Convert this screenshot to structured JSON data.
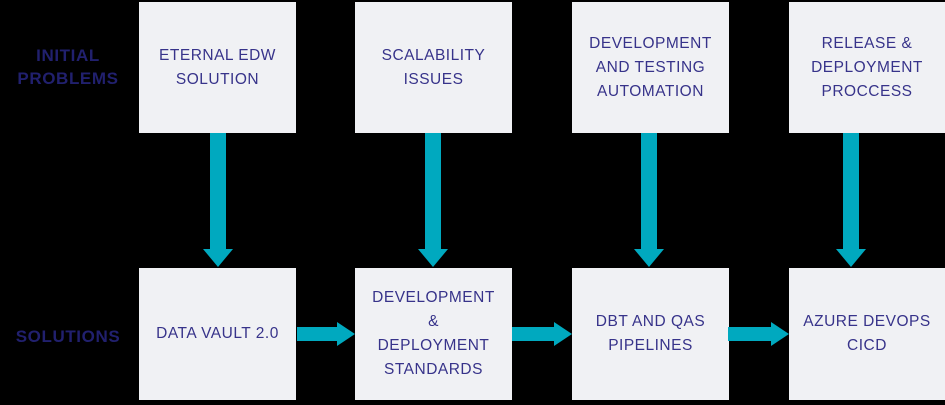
{
  "diagram": {
    "row_labels": {
      "problems": "INITIAL\nPROBLEMS",
      "solutions": "SOLUTIONS"
    },
    "columns": [
      {
        "problem": "ETERNAL EDW\nSOLUTION",
        "solution": "DATA VAULT 2.0"
      },
      {
        "problem": "SCALABILITY\nISSUES",
        "solution": "DEVELOPMENT\n&\nDEPLOYMENT\nSTANDARDS"
      },
      {
        "problem": "DEVELOPMENT\nAND TESTING\nAUTOMATION",
        "solution": "DBT AND QAS\nPIPELINES"
      },
      {
        "problem": "RELEASE &\nDEPLOYMENT\nPROCCESS",
        "solution": "AZURE DEVOPS\nCICD"
      }
    ],
    "arrows": {
      "vertical_meaning": "problem-to-solution",
      "horizontal_meaning": "solution-to-next-solution",
      "color": "#00A9BF"
    },
    "colors": {
      "background": "#000000",
      "box_fill": "#F0F1F4",
      "box_text": "#37338A",
      "label_text": "#21206E",
      "arrow": "#00A9BF"
    }
  }
}
